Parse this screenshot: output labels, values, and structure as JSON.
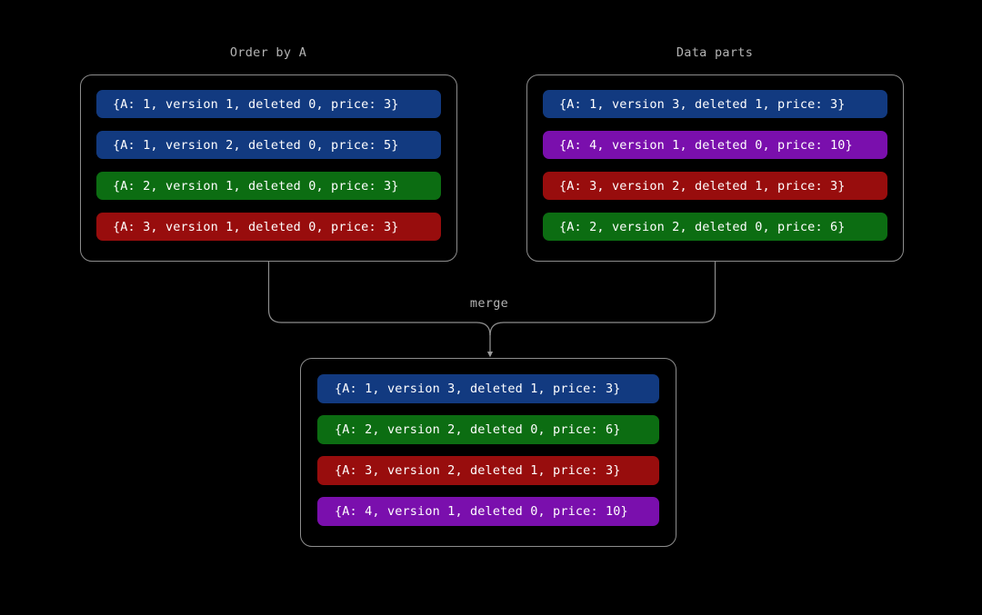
{
  "background_color": "#000000",
  "palette": {
    "blue": "#123a80",
    "green": "#0c6d12",
    "red": "#980d0d",
    "purple": "#7a0fad",
    "panel_border": "#8d8d8d",
    "connector_line": "#8d8d8d",
    "title_text": "#b4b4b4",
    "row_text": "#ffffff"
  },
  "panels": {
    "order_by_a": {
      "title": "Order by A",
      "rows": [
        {
          "label": "{A: 1, version 1, deleted 0, price: 3}",
          "color": "#123a80",
          "color_name": "blue"
        },
        {
          "label": "{A: 1, version 2, deleted 0, price: 5}",
          "color": "#123a80",
          "color_name": "blue"
        },
        {
          "label": "{A: 2, version 1, deleted 0, price: 3}",
          "color": "#0c6d12",
          "color_name": "green"
        },
        {
          "label": "{A: 3, version 1, deleted 0, price: 3}",
          "color": "#980d0d",
          "color_name": "red"
        }
      ]
    },
    "data_parts": {
      "title": "Data parts",
      "rows": [
        {
          "label": "{A: 1, version 3, deleted 1, price: 3}",
          "color": "#123a80",
          "color_name": "blue"
        },
        {
          "label": "{A: 4, version 1, deleted 0, price: 10}",
          "color": "#7a0fad",
          "color_name": "purple"
        },
        {
          "label": "{A: 3, version 2, deleted 1, price: 3}",
          "color": "#980d0d",
          "color_name": "red"
        },
        {
          "label": "{A: 2, version 2, deleted 0, price: 6}",
          "color": "#0c6d12",
          "color_name": "green"
        }
      ]
    },
    "merged_result": {
      "title": "",
      "rows": [
        {
          "label": "{A: 1, version 3, deleted 1, price: 3}",
          "color": "#123a80",
          "color_name": "blue"
        },
        {
          "label": "{A: 2, version 2, deleted 0, price: 6}",
          "color": "#0c6d12",
          "color_name": "green"
        },
        {
          "label": "{A: 3, version 2, deleted 1, price: 3}",
          "color": "#980d0d",
          "color_name": "red"
        },
        {
          "label": "{A: 4, version 1, deleted 0, price: 10}",
          "color": "#7a0fad",
          "color_name": "purple"
        }
      ]
    }
  },
  "connector": {
    "label": "merge"
  }
}
